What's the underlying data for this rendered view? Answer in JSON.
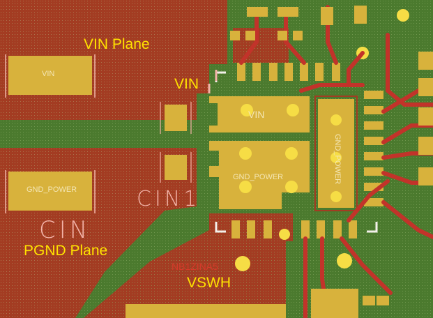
{
  "labels": {
    "vin_plane": "VIN Plane",
    "vin": "VIN",
    "pgnd_plane": "PGND Plane",
    "vswh": "VSWH",
    "cin": "CIN",
    "cin1": "CIN1",
    "ref_designator": "NB1ZINA5"
  },
  "pads": {
    "vin_left": "VIN",
    "gnd_left": "GND_POWER",
    "vin_ic": "VIN",
    "gnd_ic": "GND_POWER",
    "gnd_vertical": "GND_POWER"
  },
  "colors": {
    "green_plane": "#4b7a2e",
    "red_copper": "#a33c22",
    "pad": "#d8b23c",
    "label_yellow": "#ffe200",
    "silkscreen": "#f3b3a8"
  }
}
